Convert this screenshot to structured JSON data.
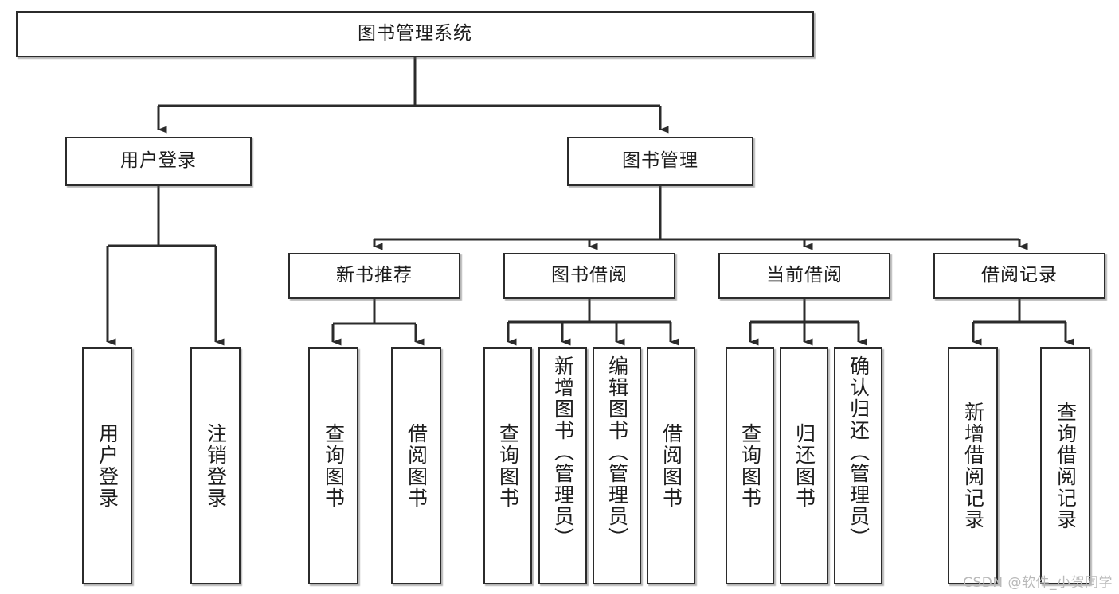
{
  "diagram": {
    "type": "tree",
    "title": "图书管理系统",
    "watermark": "CSDN @软件_小贺同学",
    "colors": {
      "box_border": "#2b2b2b",
      "box_fill": "#ffffff",
      "edge": "#2b2b2b",
      "text": "#1d1d1d",
      "watermark": "#b9b9b9"
    },
    "levels": {
      "root": {
        "label": "图书管理系统"
      },
      "level1": [
        {
          "label": "用户登录"
        },
        {
          "label": "图书管理"
        }
      ],
      "level2": [
        {
          "label": "新书推荐"
        },
        {
          "label": "图书借阅"
        },
        {
          "label": "当前借阅"
        },
        {
          "label": "借阅记录"
        }
      ],
      "leaves": {
        "user_login": [
          {
            "label": "用户登录"
          },
          {
            "label": "注销登录"
          }
        ],
        "new_book": [
          {
            "label": "查询图书"
          },
          {
            "label": "借阅图书"
          }
        ],
        "borrow_book": [
          {
            "label": "查询图书"
          },
          {
            "label": "新增图书（管理员）"
          },
          {
            "label": "编辑图书（管理员）"
          },
          {
            "label": "借阅图书"
          }
        ],
        "current_borrow": [
          {
            "label": "查询图书"
          },
          {
            "label": "归还图书"
          },
          {
            "label": "确认归还（管理员）"
          }
        ],
        "borrow_record": [
          {
            "label": "新增借阅记录"
          },
          {
            "label": "查询借阅记录"
          }
        ]
      }
    },
    "edges": [
      {
        "from": "图书管理系统",
        "to": "用户登录"
      },
      {
        "from": "图书管理系统",
        "to": "图书管理"
      },
      {
        "from": "用户登录",
        "to": "用户登录"
      },
      {
        "from": "用户登录",
        "to": "注销登录"
      },
      {
        "from": "图书管理",
        "to": "新书推荐"
      },
      {
        "from": "图书管理",
        "to": "图书借阅"
      },
      {
        "from": "图书管理",
        "to": "当前借阅"
      },
      {
        "from": "图书管理",
        "to": "借阅记录"
      },
      {
        "from": "新书推荐",
        "to": "查询图书"
      },
      {
        "from": "新书推荐",
        "to": "借阅图书"
      },
      {
        "from": "图书借阅",
        "to": "查询图书"
      },
      {
        "from": "图书借阅",
        "to": "新增图书（管理员）"
      },
      {
        "from": "图书借阅",
        "to": "编辑图书（管理员）"
      },
      {
        "from": "图书借阅",
        "to": "借阅图书"
      },
      {
        "from": "当前借阅",
        "to": "查询图书"
      },
      {
        "from": "当前借阅",
        "to": "归还图书"
      },
      {
        "from": "当前借阅",
        "to": "确认归还（管理员）"
      },
      {
        "from": "借阅记录",
        "to": "新增借阅记录"
      },
      {
        "from": "借阅记录",
        "to": "查询借阅记录"
      }
    ]
  }
}
